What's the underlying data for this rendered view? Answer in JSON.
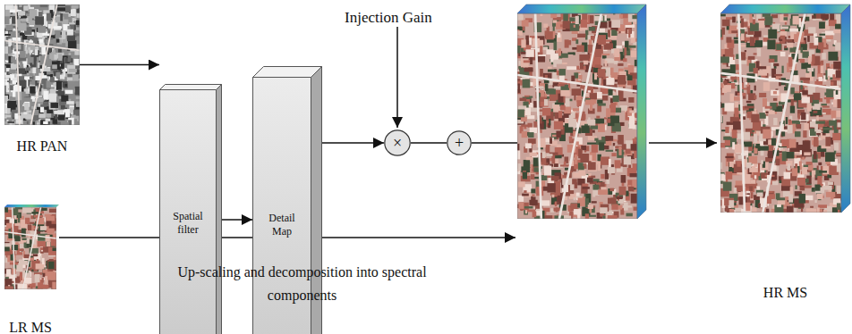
{
  "diagram": {
    "nodes": [
      {
        "text": [
          "HR PAN"
        ]
      },
      {
        "text": [
          "Spatial filter"
        ]
      },
      {
        "text": [
          "Detail Map"
        ]
      },
      {
        "text": [
          "×"
        ]
      },
      {
        "text": [
          "+"
        ]
      },
      {
        "text": [
          "LR MS"
        ]
      },
      {
        "text": [
          "HR MS"
        ]
      }
    ],
    "edges": [
      {
        "from": 0,
        "to": 1,
        "arrow": "to"
      },
      {
        "from": 1,
        "to": 2,
        "arrow": "to"
      },
      {
        "from": 2,
        "to": 3,
        "arrow": "to"
      },
      {
        "from": 3,
        "to": 4,
        "arrow": "none"
      }
    ],
    "labels": [
      "Injection Gain",
      "Up-scaling and decomposition into spectral components"
    ]
  }
}
